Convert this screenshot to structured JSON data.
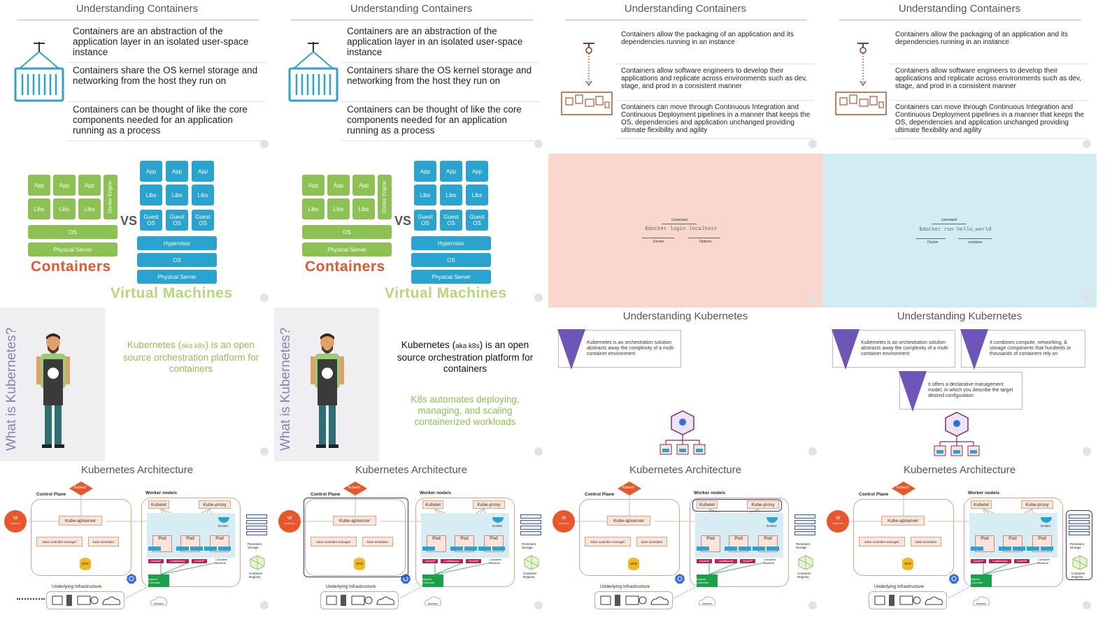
{
  "understanding_containers": {
    "title": "Understanding Containers",
    "set_a": [
      "Containers are an abstraction of the application layer in an isolated user-space instance",
      "Containers share the OS kernel storage and networking from the host they run on",
      "Containers can be thought of like the core components needed for an application running as a process"
    ],
    "set_b": [
      "Containers allow the packaging of an application and its dependencies running in an instance",
      "Containers allow software engineers to develop their applications and replicate across environments such as dev, stage, and prod in a consistent manner",
      "Containers can move through Continuous Integration and Continuous Deployment pipelines in a manner that keeps the OS, dependencies and application unchanged providing ultimate flexibility and agility"
    ]
  },
  "compare": {
    "app": "App",
    "libs": "Libs",
    "guest_os": "Guest OS",
    "os": "OS",
    "physical_server": "Physical Server",
    "hypervisor": "Hypervisor",
    "docker_engine": "Docker Engine",
    "vs": "VS",
    "containers_label": "Containers",
    "vms_label": "Virtual Machines"
  },
  "commands": {
    "login": {
      "command_label": "Command",
      "text": "$docker login localhost",
      "left_label": "Docker",
      "right_label": "Options"
    },
    "run": {
      "command_label": "command",
      "text": "$docker run hello_world",
      "left_label": "Docker",
      "right_label": "container"
    }
  },
  "what_is_k8s": {
    "vertical_title": "What is Kubernetes?",
    "line1_a": "Kubernetes (",
    "line1_aka": "aka k8s",
    "line1_b": ") is an open source orchestration platform for containers",
    "line2": "K8s automates deploying, managing, and scaling containerized workloads"
  },
  "understanding_k8s": {
    "title": "Understanding Kubernetes",
    "card1": "Kubernetes is an orchestration solution abstracts away the complexity of a multi-container environment",
    "card2": "It combines compute, networking, & storage components that hundreds or thousands of containers rely on",
    "card3": "It offers a declarative management model, in which you describe the target desired configuration"
  },
  "architecture": {
    "title": "Kubernetes Architecture",
    "kubectl": "Kubectl",
    "ui": "UI",
    "ui_sub": "Dashboard",
    "control_plane": "Control Plane",
    "apiserver": "Kube-apiserver",
    "controller_manager": "kube-controller-manager",
    "scheduler": "kube-scheduler",
    "etcd": "etcd",
    "worker": "Worker node/s",
    "kubelet": "Kubelet",
    "kube_proxy": "Kube-proxy",
    "docker": "Docker",
    "pod": "Pod",
    "runtime_labels": [
      "ClusterIP",
      "LoadBalancer",
      "ClusterIP"
    ],
    "container_runtime": "Container Runtime",
    "ingress": "Ingress Controller",
    "infra": "Underlying Infrastructure",
    "internet": "Internet",
    "persistent_storage": "Persistent Storage",
    "container_registry": "Container Registry"
  },
  "colors": {
    "accent_orange": "#e4572e",
    "green": "#8dc153",
    "blue": "#2aa4cf",
    "purple": "#6e55b8"
  }
}
